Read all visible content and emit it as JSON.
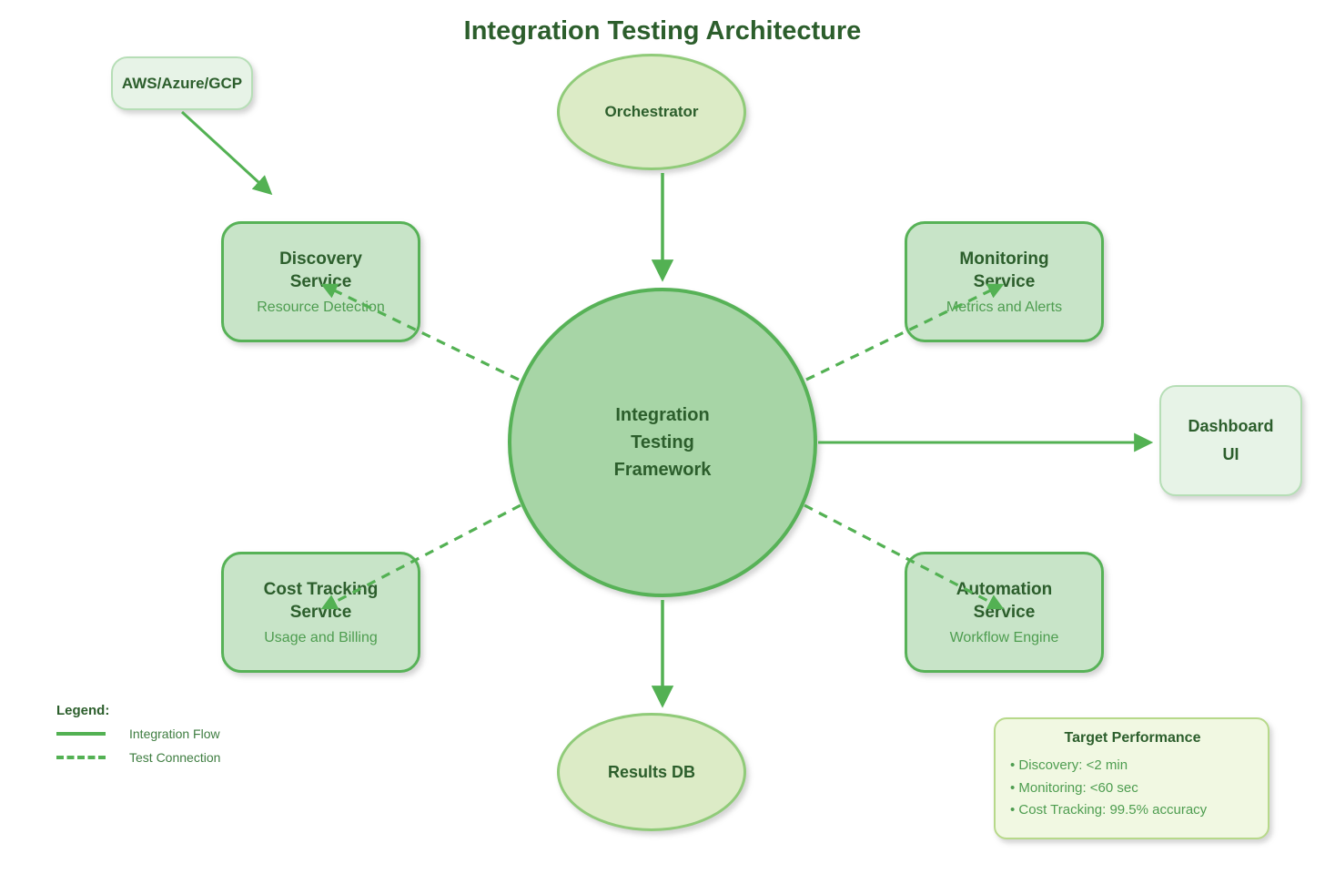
{
  "title": "Integration Testing Architecture",
  "nodes": {
    "cloud": {
      "label": "AWS/Azure/GCP"
    },
    "orchestrator": {
      "label": "Orchestrator"
    },
    "discovery": {
      "title1": "Discovery",
      "title2": "Service",
      "subtitle": "Resource Detection"
    },
    "monitoring": {
      "title1": "Monitoring",
      "title2": "Service",
      "subtitle": "Metrics and Alerts"
    },
    "cost": {
      "title1": "Cost Tracking",
      "title2": "Service",
      "subtitle": "Usage and Billing"
    },
    "automation": {
      "title1": "Automation",
      "title2": "Service",
      "subtitle": "Workflow Engine"
    },
    "framework": {
      "line1": "Integration",
      "line2": "Testing",
      "line3": "Framework"
    },
    "dashboard": {
      "line1": "Dashboard",
      "line2": "UI"
    },
    "results": {
      "label": "Results DB"
    }
  },
  "legend": {
    "heading": "Legend:",
    "items": [
      {
        "style": "solid",
        "label": "Integration Flow"
      },
      {
        "style": "dashed",
        "label": "Test Connection"
      }
    ]
  },
  "performance": {
    "title": "Target Performance",
    "items": [
      "Discovery: <2 min",
      "Monitoring: <60 sec",
      "Cost Tracking: 99.5% accuracy"
    ]
  },
  "colors": {
    "accent_green": "#53b153",
    "dark_text_green": "#2c5e2c",
    "subtitle_green": "#4e9d50",
    "service_fill": "#c8e4c8",
    "circle_fill": "#a7d5a6",
    "ellipse_fill": "#dcebc6",
    "pale_fill": "#e7f3e7",
    "panel_fill": "#f1f8e2"
  }
}
